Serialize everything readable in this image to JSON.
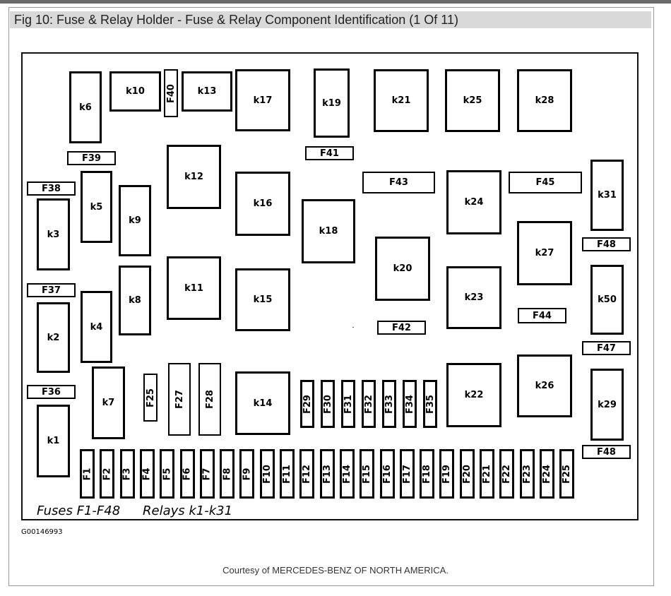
{
  "title": "Fig 10: Fuse & Relay Holder - Fuse & Relay Component Identification (1 Of 11)",
  "legend": {
    "fuses": "Fuses F1-F48",
    "relays": "Relays k1-k31"
  },
  "figure_id": "G00146993",
  "courtesy": "Courtesy of MERCEDES-BENZ OF NORTH AMERICA.",
  "relays": [
    "k1",
    "k2",
    "k3",
    "k4",
    "k5",
    "k6",
    "k7",
    "k8",
    "k9",
    "k10",
    "k11",
    "k12",
    "k13",
    "k14",
    "k15",
    "k16",
    "k17",
    "k18",
    "k19",
    "k20",
    "k21",
    "k22",
    "k23",
    "k24",
    "k25",
    "k26",
    "k27",
    "k28",
    "k29",
    "k31",
    "k50"
  ],
  "fuses_row": [
    "F1",
    "F2",
    "F3",
    "F4",
    "F5",
    "F6",
    "F7",
    "F8",
    "F9",
    "F10",
    "F11",
    "F12",
    "F13",
    "F14",
    "F15",
    "F16",
    "F17",
    "F18",
    "F19",
    "F20",
    "F21",
    "F22",
    "F23",
    "F24",
    "F25"
  ],
  "fuses_group": [
    "F29",
    "F30",
    "F31",
    "F32",
    "F33",
    "F34",
    "F35"
  ],
  "fuses_other": [
    "F25",
    "F27",
    "F28",
    "F36",
    "F37",
    "F38",
    "F39",
    "F40",
    "F41",
    "F42",
    "F43",
    "F44",
    "F45",
    "F47",
    "F48",
    "F48"
  ]
}
